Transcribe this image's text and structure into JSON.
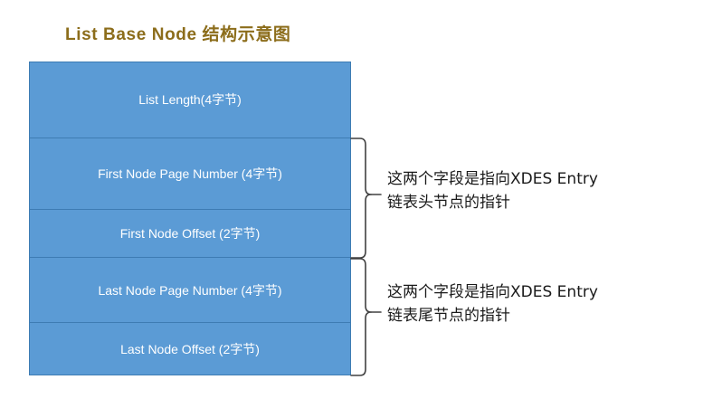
{
  "diagram": {
    "title": "List Base Node 结构示意图",
    "title_color": "#8C6D1B",
    "fill_color": "#5B9BD5",
    "border_color": "#3E7CB3",
    "text_color": "#FFFFFF",
    "rows": [
      {
        "label": "List Length(4字节)"
      },
      {
        "label": "First Node Page Number (4字节)"
      },
      {
        "label": "First Node Offset (2字节)"
      },
      {
        "label": "Last Node Page Number (4字节)"
      },
      {
        "label": "Last Node Offset (2字节)"
      }
    ],
    "annotations": [
      {
        "line1": "这两个字段是指向XDES Entry",
        "line2": "链表头节点的指针"
      },
      {
        "line1": "这两个字段是指向XDES Entry",
        "line2": "链表尾节点的指针"
      }
    ]
  }
}
